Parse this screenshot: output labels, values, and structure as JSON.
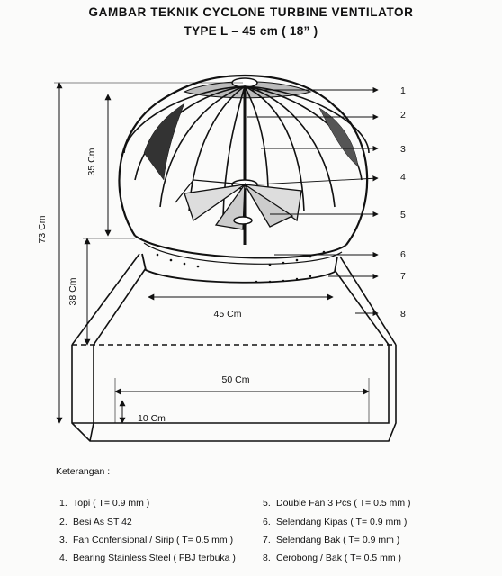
{
  "title": "GAMBAR TEKNIK CYCLONE TURBINE VENTILATOR",
  "subtitle": "TYPE  L – 45 cm ( 18” )",
  "dimensions": {
    "total_height": "73 Cm",
    "head_height": "35 Cm",
    "base_height": "38 Cm",
    "throat_width": "45 Cm",
    "base_width": "50 Cm",
    "flange_height": "10 Cm"
  },
  "callouts": [
    "1",
    "2",
    "3",
    "4",
    "5",
    "6",
    "7",
    "8"
  ],
  "legend_title": "Keterangan   :",
  "legend": [
    {
      "num": "1.",
      "text": "Topi ( T= 0.9 mm )"
    },
    {
      "num": "2.",
      "text": "Besi As ST 42"
    },
    {
      "num": "3.",
      "text": "Fan Confensional / Sirip ( T= 0.5 mm )"
    },
    {
      "num": "4.",
      "text": "Bearing Stainless Steel ( FBJ terbuka )"
    },
    {
      "num": "5.",
      "text": "Double Fan  3  Pcs ( T= 0.5 mm )"
    },
    {
      "num": "6.",
      "text": "Selendang  Kipas ( T= 0.9 mm )"
    },
    {
      "num": "7.",
      "text": "Selendang  Bak ( T= 0.9 mm )"
    },
    {
      "num": "8.",
      "text": "Cerobong / Bak ( T= 0.5 mm )"
    }
  ]
}
